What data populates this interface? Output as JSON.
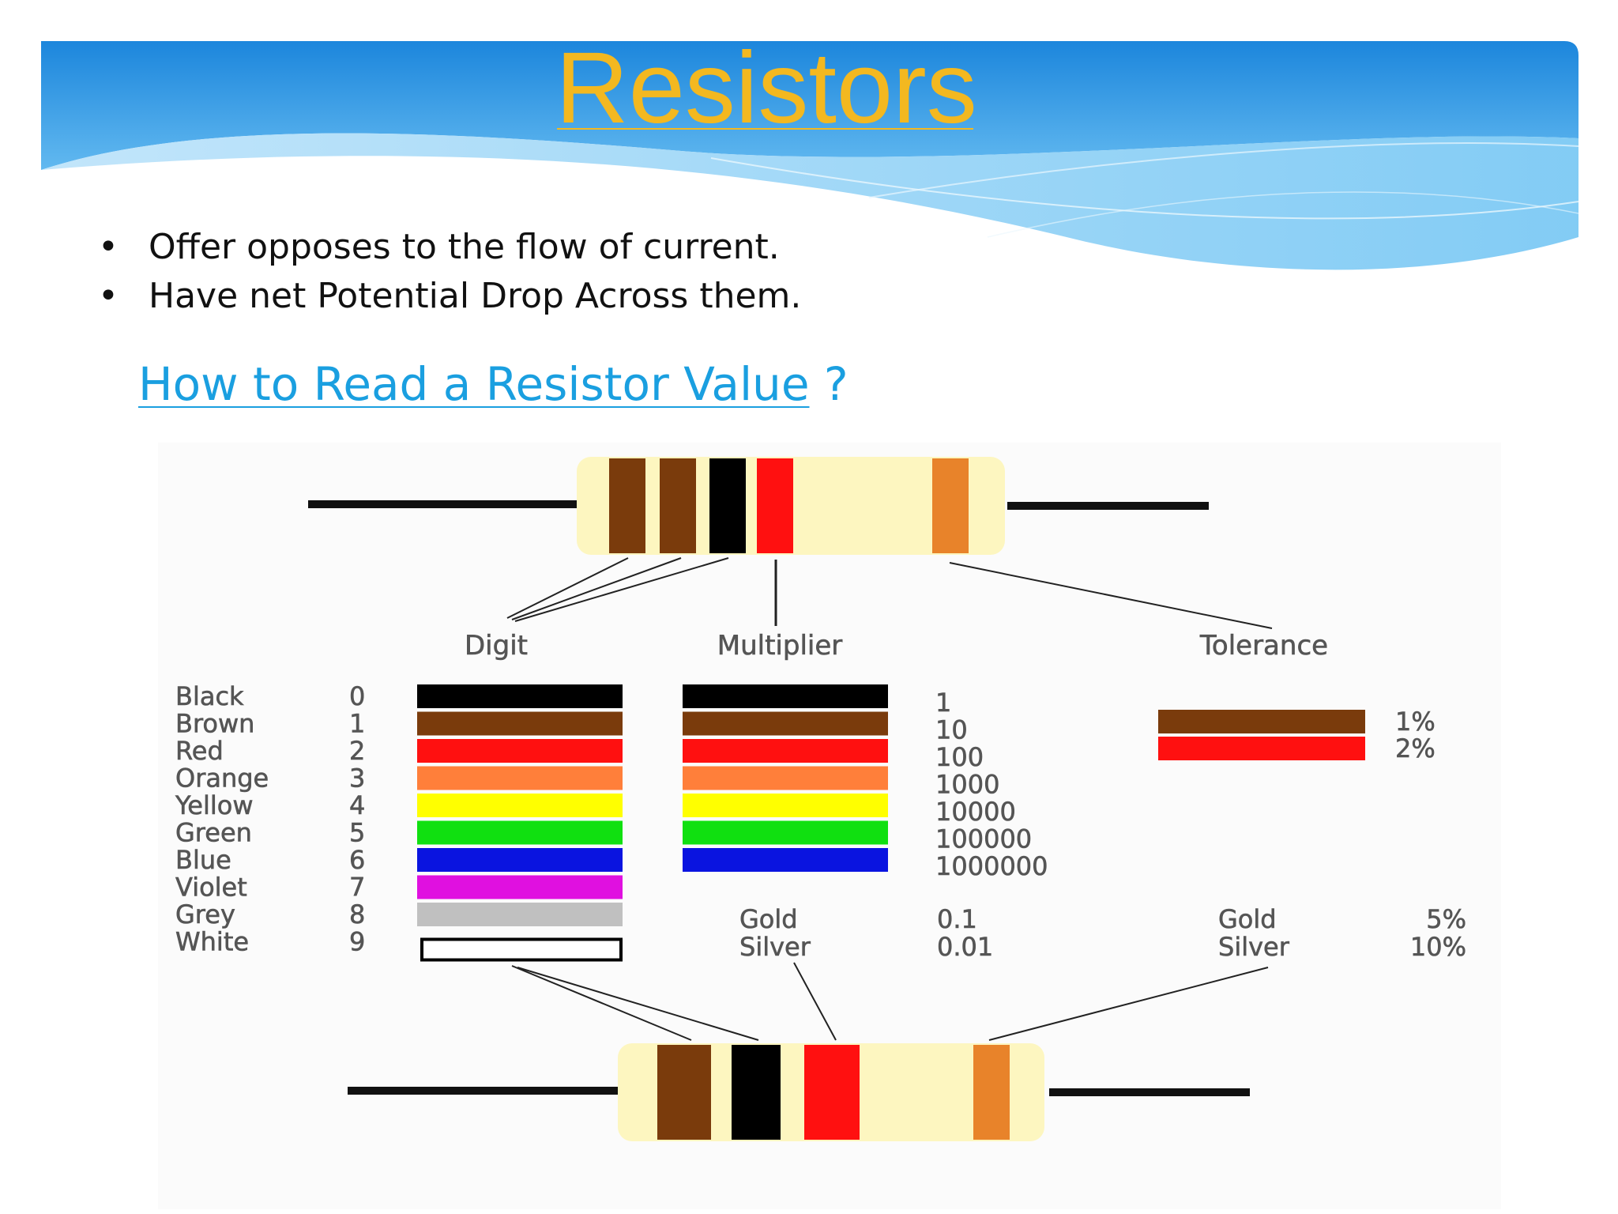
{
  "slide": {
    "title": "Resistors",
    "bullets": [
      "Offer opposes to the flow of current.",
      "Have net Potential Drop Across them."
    ],
    "subheading_link": "How to Read a Resistor Value",
    "subheading_suffix": " ?"
  },
  "diagram": {
    "headers": {
      "digit": "Digit",
      "multiplier": "Multiplier",
      "tolerance": "Tolerance"
    },
    "colors": [
      {
        "name": "Black",
        "digit": "0",
        "hex": "#000000",
        "multiplier": "1"
      },
      {
        "name": "Brown",
        "digit": "1",
        "hex": "#7a3b0c",
        "multiplier": "10"
      },
      {
        "name": "Red",
        "digit": "2",
        "hex": "#ff1010",
        "multiplier": "100"
      },
      {
        "name": "Orange",
        "digit": "3",
        "hex": "#ff7f3a",
        "multiplier": "1000"
      },
      {
        "name": "Yellow",
        "digit": "4",
        "hex": "#ffff00",
        "multiplier": "10000"
      },
      {
        "name": "Green",
        "digit": "5",
        "hex": "#10e010",
        "multiplier": "100000"
      },
      {
        "name": "Blue",
        "digit": "6",
        "hex": "#0a14e0",
        "multiplier": "1000000"
      },
      {
        "name": "Violet",
        "digit": "7",
        "hex": "#e010e0",
        "multiplier": ""
      },
      {
        "name": "Grey",
        "digit": "8",
        "hex": "#c0c0c0",
        "multiplier": ""
      },
      {
        "name": "White",
        "digit": "9",
        "hex": "#ffffff",
        "multiplier": ""
      }
    ],
    "multiplier_extra": [
      {
        "name": "Gold",
        "value": "0.1"
      },
      {
        "name": "Silver",
        "value": "0.01"
      }
    ],
    "tolerance_rows": [
      {
        "hex": "#7a3b0c",
        "value": "1%"
      },
      {
        "hex": "#ff1010",
        "value": "2%"
      }
    ],
    "tolerance_extra": [
      {
        "name": "Gold",
        "value": "5%"
      },
      {
        "name": "Silver",
        "value": "10%"
      }
    ],
    "resistor_top_bands": [
      "#7a3b0c",
      "#7a3b0c",
      "#000000",
      "#ff1010",
      "#e8832a"
    ],
    "resistor_bottom_bands": [
      "#7a3b0c",
      "#000000",
      "#ff1010",
      "#e8832a"
    ],
    "body_color": "#fdf6c0"
  },
  "theme": {
    "header_blue": "#1e8ee0",
    "header_light": "#8fd0f5",
    "title_color": "#f3b820",
    "link_color": "#1a9fe0"
  }
}
